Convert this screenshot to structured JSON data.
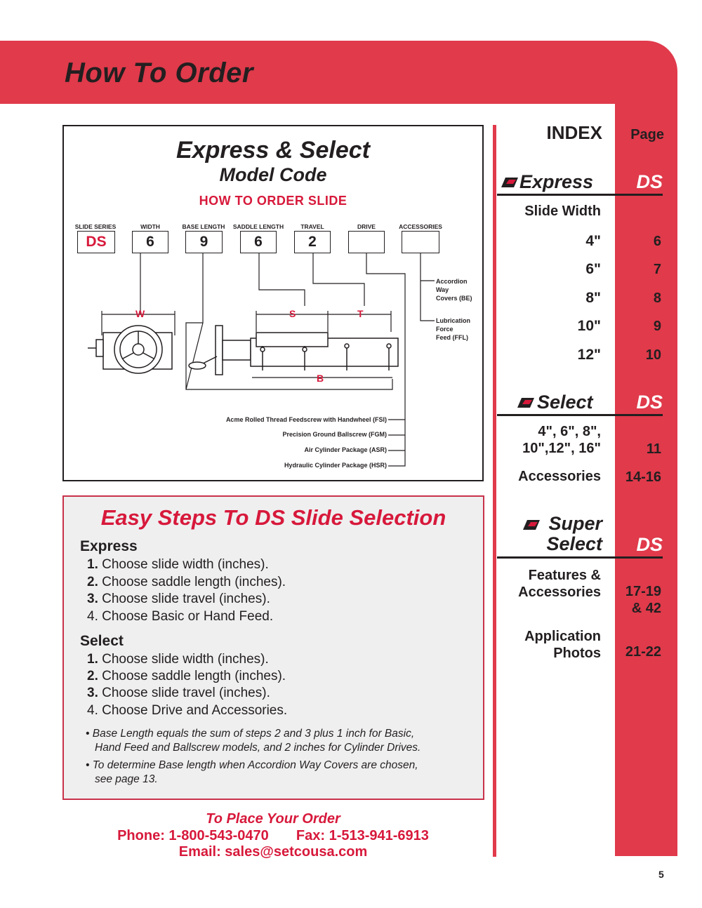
{
  "header": {
    "title": "How To Order"
  },
  "model_code": {
    "title": "Express & Select",
    "subtitle": "Model Code",
    "heading": "HOW TO ORDER SLIDE",
    "fields": [
      {
        "label": "SLIDE SERIES",
        "value": "DS"
      },
      {
        "label": "WIDTH",
        "value": "6"
      },
      {
        "label": "BASE LENGTH",
        "value": "9"
      },
      {
        "label": "SADDLE LENGTH",
        "value": "6"
      },
      {
        "label": "TRAVEL",
        "value": "2"
      },
      {
        "label": "DRIVE",
        "value": ""
      },
      {
        "label": "ACCESSORIES",
        "value": ""
      }
    ],
    "accessories": [
      {
        "line1": "Accordion",
        "line2": "Way",
        "line3": "Covers (BE)"
      },
      {
        "line1": "Lubrication",
        "line2": "Force",
        "line3": "Feed (FFL)"
      }
    ],
    "dims": {
      "w": "W",
      "s": "S",
      "t": "T",
      "b": "B"
    },
    "drives": [
      "Acme Rolled Thread Feedscrew with Handwheel (FSI)",
      "Precision Ground Ballscrew (FGM)",
      "Air Cylinder Package (ASR)",
      "Hydraulic Cylinder Package (HSR)"
    ]
  },
  "steps": {
    "title": "Easy Steps To DS Slide Selection",
    "express": {
      "heading": "Express",
      "items": [
        {
          "num": "1.",
          "text": " Choose slide width (inches)."
        },
        {
          "num": "2.",
          "text": " Choose saddle length (inches)."
        },
        {
          "num": "3.",
          "text": " Choose slide travel (inches)."
        },
        {
          "num": "4.",
          "text": " Choose Basic or Hand Feed."
        }
      ]
    },
    "select": {
      "heading": "Select",
      "items": [
        {
          "num": "1.",
          "text": " Choose slide width (inches)."
        },
        {
          "num": "2.",
          "text": " Choose saddle length (inches)."
        },
        {
          "num": "3.",
          "text": " Choose slide travel (inches)."
        },
        {
          "num": "4.",
          "text": " Choose Drive and Accessories."
        }
      ]
    },
    "notes": [
      {
        "l1": "• Base Length equals the sum of steps 2 and 3 plus 1 inch for Basic,",
        "l2": "Hand Feed and Ballscrew models, and 2 inches for Cylinder Drives."
      },
      {
        "l1": "• To determine Base length when Accordion Way Covers are chosen,",
        "l2": "see page 13."
      }
    ]
  },
  "footer": {
    "order": "To Place Your Order",
    "phone": "Phone: 1-800-543-0470",
    "fax": "Fax: 1-513-941-6913",
    "email": "Email: sales@setcousa.com"
  },
  "index": {
    "title": "INDEX",
    "page_label": "Page",
    "express": {
      "label": "Express",
      "code": "DS",
      "sub": "Slide Width",
      "rows": [
        {
          "size": "4\"",
          "page": "6"
        },
        {
          "size": "6\"",
          "page": "7"
        },
        {
          "size": "8\"",
          "page": "8"
        },
        {
          "size": "10\"",
          "page": "9"
        },
        {
          "size": "12\"",
          "page": "10"
        }
      ]
    },
    "select": {
      "label": "Select",
      "code": "DS",
      "sizes_l1": "4\", 6\", 8\",",
      "sizes_l2": "10\",12\", 16\"",
      "sizes_page": "11",
      "acc": "Accessories",
      "acc_page": "14-16"
    },
    "super": {
      "label1": "Super",
      "label2": "Select",
      "code": "DS",
      "feat_l1": "Features &",
      "feat_l2": "Accessories",
      "feat_p1": "17-19",
      "feat_p2": "& 42",
      "app_l1": "Application",
      "app_l2": "Photos",
      "app_page": "21-22"
    }
  },
  "page_number": "5",
  "colors": {
    "brand_red": "#e03a4b",
    "accent_red": "#d7193b",
    "panel_gray": "#efeff0"
  }
}
